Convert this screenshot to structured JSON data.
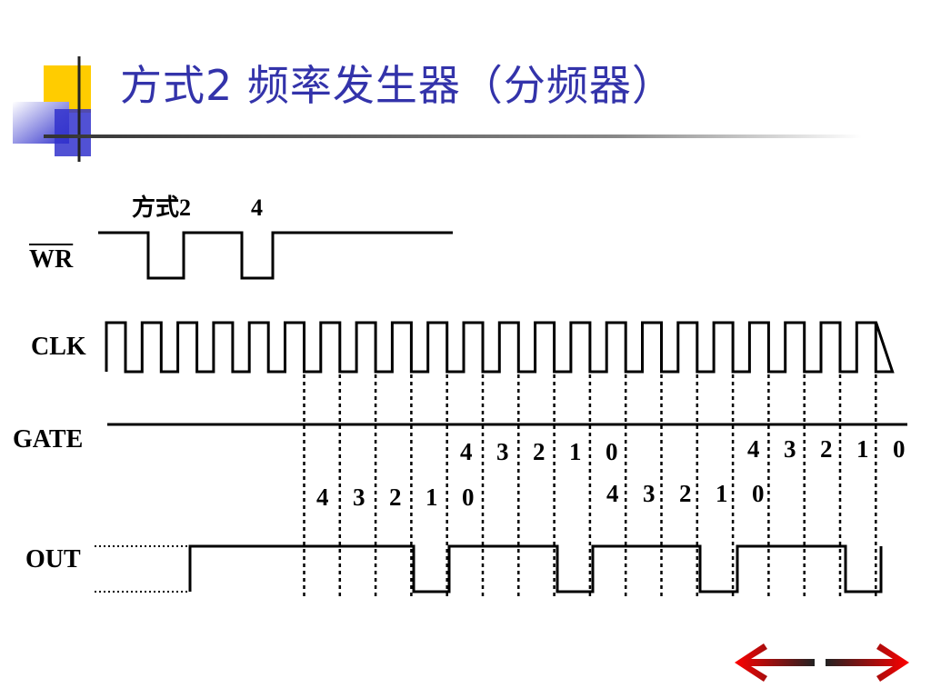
{
  "title": "方式2  频率发生器（分频器）",
  "signals": {
    "wr": "WR",
    "clk": "CLK",
    "gate": "GATE",
    "out": "OUT"
  },
  "annotations": {
    "mode": "方式2",
    "count_value": "4"
  },
  "counter_sequences": [
    [
      "4",
      "3",
      "2",
      "1",
      "0"
    ],
    [
      "4",
      "3",
      "2",
      "1",
      "0"
    ],
    [
      "4",
      "3",
      "2",
      "1",
      "0"
    ],
    [
      "4",
      "3",
      "2",
      "1",
      "0"
    ]
  ],
  "colors": {
    "title": "#3333aa",
    "accent_yellow": "#ffcc00",
    "accent_blue": "#3333cc",
    "arrow_red": "#e00000"
  },
  "icons": [
    "previous-arrow-icon",
    "next-arrow-icon"
  ]
}
